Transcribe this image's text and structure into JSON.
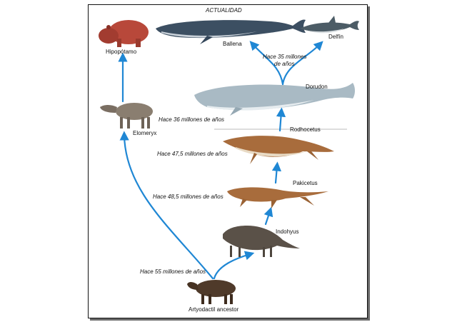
{
  "title": "ACTUALIDAD",
  "labels": {
    "hippo": "Hipopótamo",
    "whale": "Ballena",
    "dolphin": "Delfín",
    "dorudon": "Dorudon",
    "elomeryx": "Elomeryx",
    "rodhocetus": "Rodhocetus",
    "pakicetus": "Pakicetus",
    "indohyus": "Indohyus",
    "ancestor": "Artyodactil ancestor"
  },
  "times": {
    "t35_line1": "Hace 35 millones",
    "t35_line2": "de años",
    "t36": "Hace 36 millones de años",
    "t47": "Hace 47,5 millones de años",
    "t48": "Hace 48,5 millones de años",
    "t55": "Hace 55 millones de años"
  },
  "colors": {
    "arrow": "#1f87d4",
    "hippo": "#b8483a",
    "whale": "#3c4f62",
    "dorudon": "#a9bac4",
    "tan": "#a86c3c",
    "dark": "#5a5148",
    "ancestor": "#4f3a2a"
  }
}
